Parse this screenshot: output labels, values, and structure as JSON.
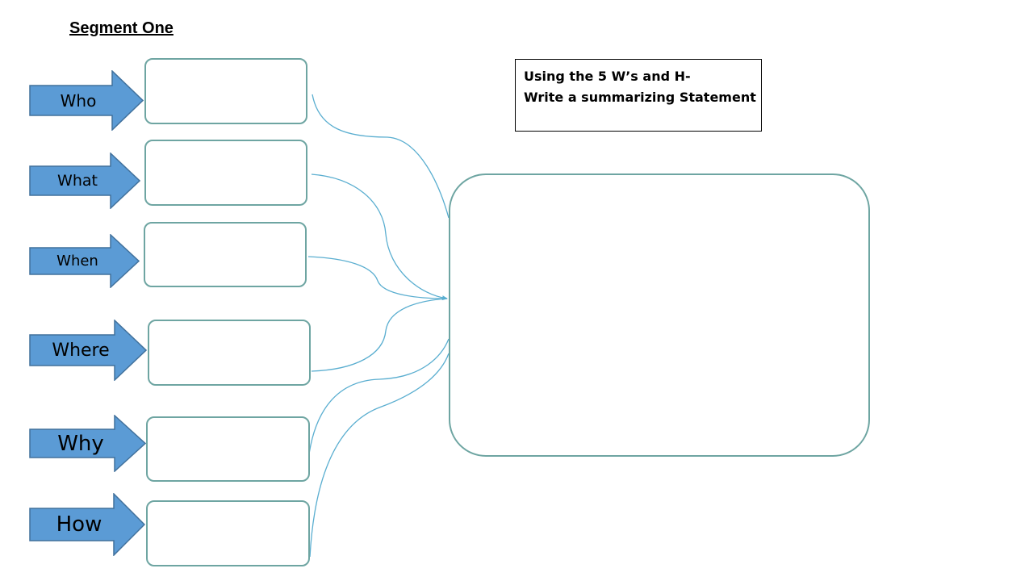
{
  "title": "Segment One",
  "instruction": {
    "line1": "Using the 5 W’s and H-",
    "line2": "Write a summarizing  Statement"
  },
  "questions": [
    {
      "key": "who",
      "label": "Who"
    },
    {
      "key": "what",
      "label": "What"
    },
    {
      "key": "when",
      "label": "When"
    },
    {
      "key": "where",
      "label": "Where"
    },
    {
      "key": "why",
      "label": "Why"
    },
    {
      "key": "how",
      "label": "How"
    }
  ],
  "colors": {
    "arrow_fill": "#5b9bd5",
    "arrow_stroke": "#41719c",
    "box_border": "#6ea5a2",
    "connector": "#5aaed0"
  }
}
